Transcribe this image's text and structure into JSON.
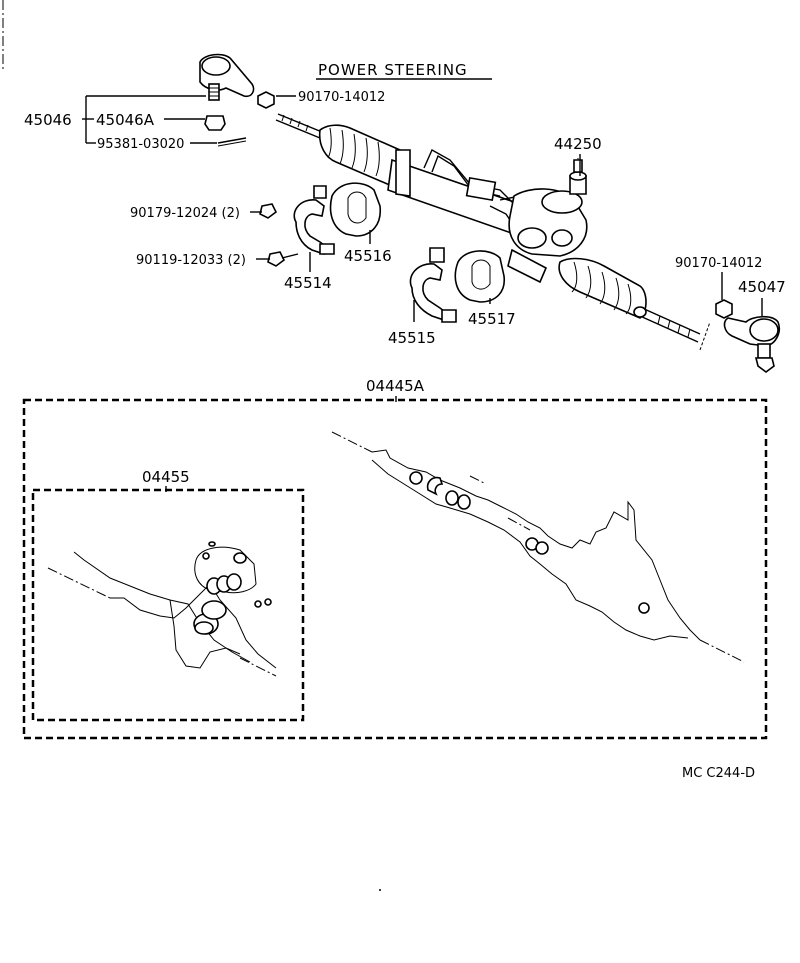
{
  "title": "POWER STEERING",
  "footer_code": "MC C244-D",
  "labels": {
    "p45046": "45046",
    "p45046A": "45046A",
    "p95381": "95381-03020",
    "p90170_top": "90170-14012",
    "p44250": "44250",
    "p90179": "90179-12024 (2)",
    "p90119": "90119-12033 (2)",
    "p45516": "45516",
    "p45514": "45514",
    "p45515": "45515",
    "p45517": "45517",
    "p90170_right": "90170-14012",
    "p45047": "45047",
    "p04445A": "04445A",
    "p04455": "04455"
  }
}
